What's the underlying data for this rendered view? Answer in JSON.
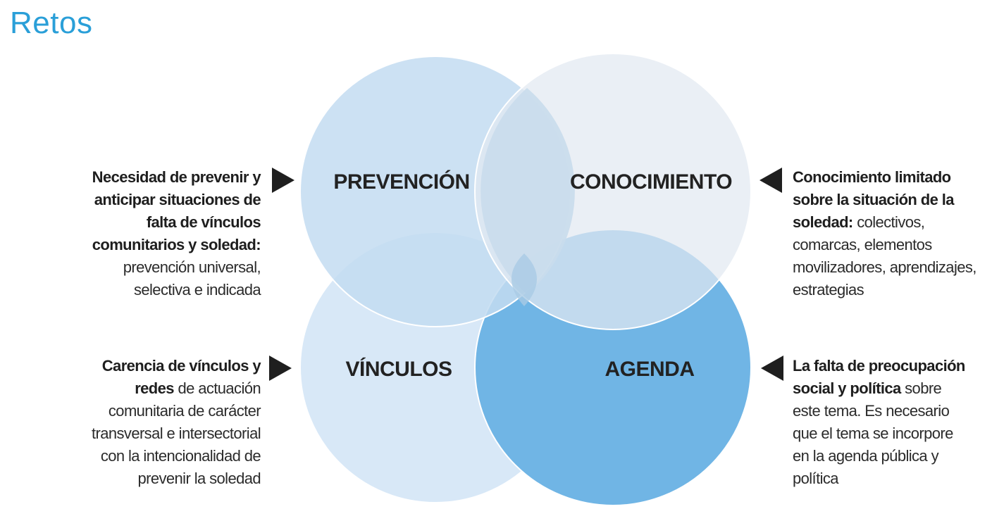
{
  "title": "Retos",
  "circles": {
    "prevencion": {
      "label": "PREVENCIÓN",
      "color": "#c3dcf1"
    },
    "conocimiento": {
      "label": "CONOCIMIENTO",
      "color": "#e6ebf1"
    },
    "vinculos": {
      "label": "VÍNCULOS",
      "color": "#d8e8f7"
    },
    "agenda": {
      "label": "AGENDA",
      "color": "#70b5e5"
    }
  },
  "notes": {
    "prevencion": {
      "bold": "Necesidad de prevenir y anticipar situaciones de falta de vínculos comunitarios y soledad:",
      "text": "prevención universal, selectiva e indicada"
    },
    "vinculos": {
      "bold": "Carencia de vínculos y redes",
      "text": "de actuación comunitaria de carácter transversal e intersectorial con la intencionalidad de prevenir la soledad"
    },
    "conocimiento": {
      "bold": "Conocimiento limitado sobre la situación de la soledad:",
      "text": "colectivos, comarcas, elementos movilizadores, aprendizajes, estrategias"
    },
    "agenda": {
      "bold": "La falta de preocupación social y política",
      "text": "sobre este tema. Es necesario que el tema se incorpore en la agenda pública y política"
    }
  }
}
